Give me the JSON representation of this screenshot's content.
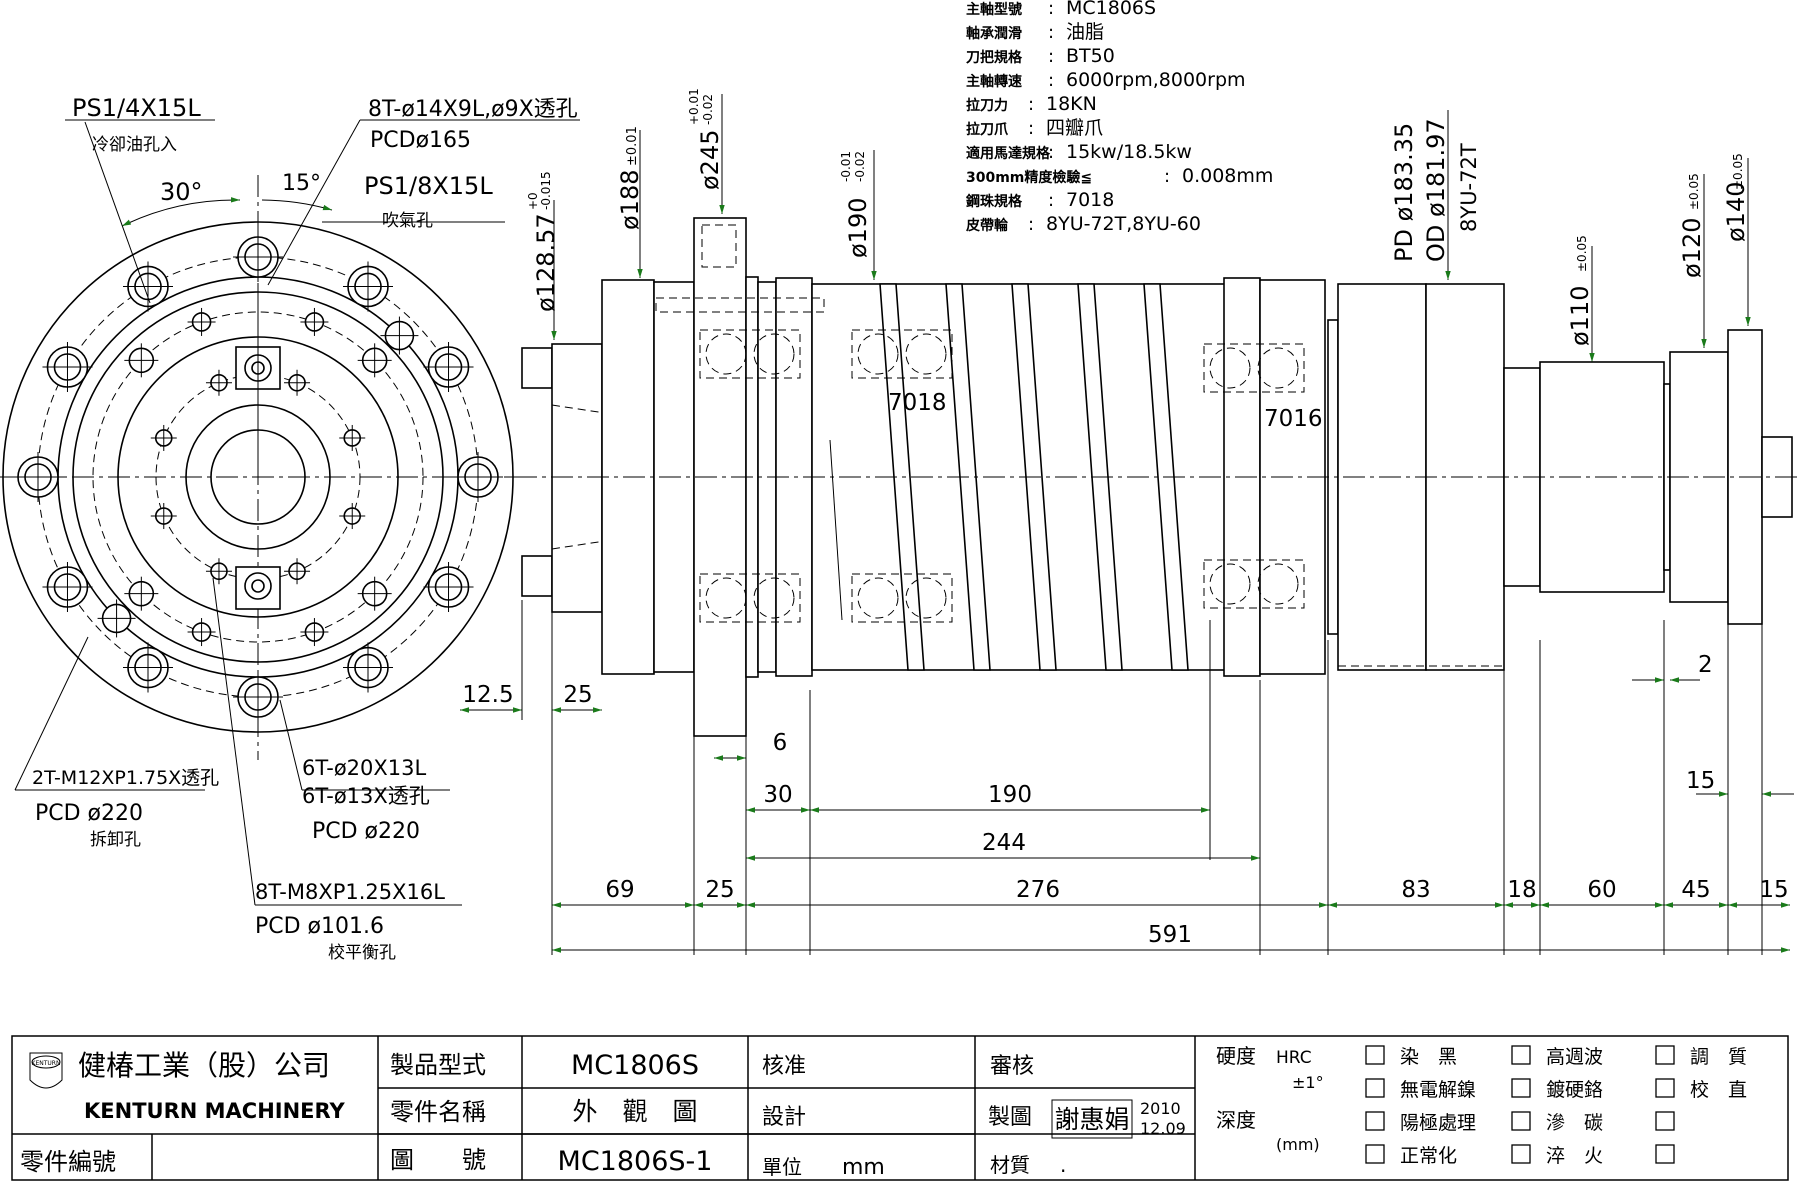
{
  "specs": [
    {
      "label": "主軸型號",
      "value": "MC1806S"
    },
    {
      "label": "軸承潤滑",
      "value": "油脂"
    },
    {
      "label": "刀把規格",
      "value": "BT50"
    },
    {
      "label": "主軸轉速",
      "value": "6000rpm,8000rpm"
    },
    {
      "label": "拉刀力",
      "value": "18KN"
    },
    {
      "label": "拉刀爪",
      "value": "四瓣爪"
    },
    {
      "label": "適用馬達規格",
      "value": "15kw/18.5kw"
    },
    {
      "label": "300mm精度檢驗≦",
      "value": "0.008mm"
    },
    {
      "label": "鋼珠規格",
      "value": "7018"
    },
    {
      "label": "皮帶輪",
      "value": "8YU-72T,8YU-60"
    }
  ],
  "front_view": {
    "ps14_label": "PS1/4X15L",
    "ps14_note": "冷卻油孔入",
    "angle30": "30°",
    "angle15": "15°",
    "hole8t_label": "8T-ø14X9L,ø9X透孔",
    "hole8t_pcd": "PCDø165",
    "ps18_label": "PS1/8X15L",
    "ps18_note": "吹氣孔",
    "m12_label": "2T-M12XP1.75X透孔",
    "m12_pcd": "PCD ø220",
    "m12_note": "拆卸孔",
    "t20_label": "6T-ø20X13L",
    "t13_label": "6T-ø13X透孔",
    "t_pcd": "PCD ø220",
    "m8_label": "8T-M8XP1.25X16L",
    "m8_pcd": "PCD ø101.6",
    "m8_note": "校平衡孔"
  },
  "side_view": {
    "d128": "ø128.57",
    "d128_tol_up": "+0",
    "d128_tol_dn": "-0.015",
    "d188": "ø188",
    "d188_tol": "±0.01",
    "d245": "ø245",
    "d245_tol_up": "+0.01",
    "d245_tol_dn": "-0.02",
    "d190": "ø190",
    "d190_tol_up": "-0.01",
    "d190_tol_dn": "-0.02",
    "pd": "PD ø183.35",
    "od": "OD ø181.97",
    "belt": "8YU-72T",
    "d110": "ø110",
    "d110_tol": "±0.05",
    "d120": "ø120",
    "d120_tol": "±0.05",
    "d140": "ø140",
    "d140_tol": "±0.05",
    "bearing1": "7018",
    "bearing2": "7016",
    "dims": {
      "d12_5": "12.5",
      "d25a": "25",
      "d6": "6",
      "d30": "30",
      "d190": "190",
      "d244": "244",
      "d69": "69",
      "d25b": "25",
      "d276": "276",
      "d83": "83",
      "d18": "18",
      "d60": "60",
      "d45": "45",
      "d15a": "15",
      "d15b": "15",
      "d2": "2",
      "d591": "591"
    }
  },
  "title_block": {
    "company_cn": "健椿工業（股）公司",
    "company_en": "KENTURN MACHINERY",
    "logo_text": "KENTURN",
    "part_no_label": "零件編號",
    "product_type_label": "製品型式",
    "product_type": "MC1806S",
    "part_name_label": "零件名稱",
    "part_name": "外　觀　圖",
    "drawing_no_label": "圖　　號",
    "drawing_no": "MC1806S-1",
    "approve_label": "核准",
    "review_label": "審核",
    "design_label": "設計",
    "draw_label": "製圖",
    "drafter": "謝惠娟",
    "date_year": "2010",
    "date_md": "12.09",
    "unit_label": "單位",
    "unit": "mm",
    "material_label": "材質",
    "material": ".",
    "hardness_label": "硬度",
    "hrc": "HRC",
    "tol": "±1°",
    "depth_label": "深度",
    "depth_unit": "(mm)",
    "treatments": [
      [
        "染　黑",
        "高週波",
        "調　質"
      ],
      [
        "無電解鎳",
        "鍍硬鉻",
        "校　直"
      ],
      [
        "陽極處理",
        "滲　碳",
        ""
      ],
      [
        "正常化",
        "淬　火",
        ""
      ]
    ]
  }
}
